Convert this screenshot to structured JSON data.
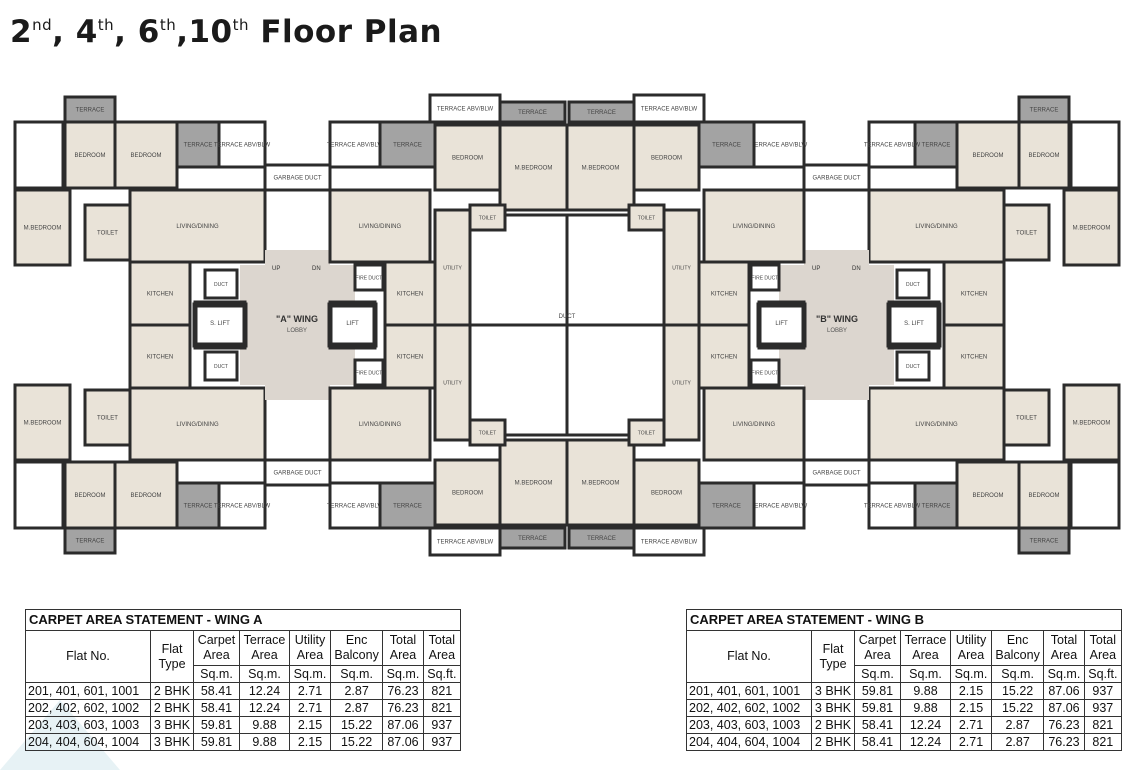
{
  "title": {
    "floors": [
      {
        "num": "2",
        "sup": "nd",
        "sep": ", "
      },
      {
        "num": "4",
        "sup": "th",
        "sep": ", "
      },
      {
        "num": "6",
        "sup": "th",
        "sep": ","
      },
      {
        "num": "10",
        "sup": "th",
        "sep": " "
      }
    ],
    "suffix": "Floor Plan"
  },
  "plan": {
    "colors": {
      "wall": "#2b2b2b",
      "room": "#e9e3d8",
      "lobby": "#dcd6cf",
      "terrace": "#a3a3a3",
      "open": "#ffffff"
    },
    "labels": {
      "terrace": "TERRACE",
      "terrace_abv": "TERRACE ABV/BLW",
      "bedroom": "BEDROOM",
      "m_bedroom": "M.BEDROOM",
      "toilet": "TOILET",
      "living": "LIVING/DINING",
      "kitchen": "KITCHEN",
      "duct": "DUCT",
      "s_lift": "S. LIFT",
      "lift": "LIFT",
      "garbage_duct": "GARBAGE DUCT",
      "fire_duct": "FIRE DUCT",
      "lobby": "LOBBY",
      "utility": "UTILITY",
      "up": "UP",
      "dn": "DN"
    },
    "wing_a": "\"A\" WING",
    "wing_b": "\"B\" WING"
  },
  "tables": [
    {
      "caption": "CARPET AREA STATEMENT - WING A",
      "headers": {
        "flat_no": "Flat No.",
        "flat_type": "Flat Type",
        "cols": [
          {
            "label": "Carpet Area",
            "unit": "Sq.m."
          },
          {
            "label": "Terrace Area",
            "unit": "Sq.m."
          },
          {
            "label": "Utility Area",
            "unit": "Sq.m."
          },
          {
            "label": "Enc Balcony",
            "unit": "Sq.m."
          },
          {
            "label": "Total Area",
            "unit": "Sq.m."
          },
          {
            "label": "Total Area",
            "unit": "Sq.ft."
          }
        ]
      },
      "rows": [
        [
          "201, 401, 601, 1001",
          "2 BHK",
          "58.41",
          "12.24",
          "2.71",
          "2.87",
          "76.23",
          "821"
        ],
        [
          "202, 402, 602, 1002",
          "2 BHK",
          "58.41",
          "12.24",
          "2.71",
          "2.87",
          "76.23",
          "821"
        ],
        [
          "203, 403, 603, 1003",
          "3 BHK",
          "59.81",
          "9.88",
          "2.15",
          "15.22",
          "87.06",
          "937"
        ],
        [
          "204, 404, 604, 1004",
          "3 BHK",
          "59.81",
          "9.88",
          "2.15",
          "15.22",
          "87.06",
          "937"
        ]
      ]
    },
    {
      "caption": "CARPET AREA STATEMENT - WING B",
      "headers": {
        "flat_no": "Flat No.",
        "flat_type": "Flat Type",
        "cols": [
          {
            "label": "Carpet Area",
            "unit": "Sq.m."
          },
          {
            "label": "Terrace Area",
            "unit": "Sq.m."
          },
          {
            "label": "Utility Area",
            "unit": "Sq.m."
          },
          {
            "label": "Enc Balcony",
            "unit": "Sq.m."
          },
          {
            "label": "Total Area",
            "unit": "Sq.m."
          },
          {
            "label": "Total Area",
            "unit": "Sq.ft."
          }
        ]
      },
      "rows": [
        [
          "201, 401, 601, 1001",
          "3 BHK",
          "59.81",
          "9.88",
          "2.15",
          "15.22",
          "87.06",
          "937"
        ],
        [
          "202, 402, 602, 1002",
          "3 BHK",
          "59.81",
          "9.88",
          "2.15",
          "15.22",
          "87.06",
          "937"
        ],
        [
          "203, 403, 603, 1003",
          "2 BHK",
          "58.41",
          "12.24",
          "2.71",
          "2.87",
          "76.23",
          "821"
        ],
        [
          "204, 404, 604, 1004",
          "2 BHK",
          "58.41",
          "12.24",
          "2.71",
          "2.87",
          "76.23",
          "821"
        ]
      ]
    }
  ]
}
